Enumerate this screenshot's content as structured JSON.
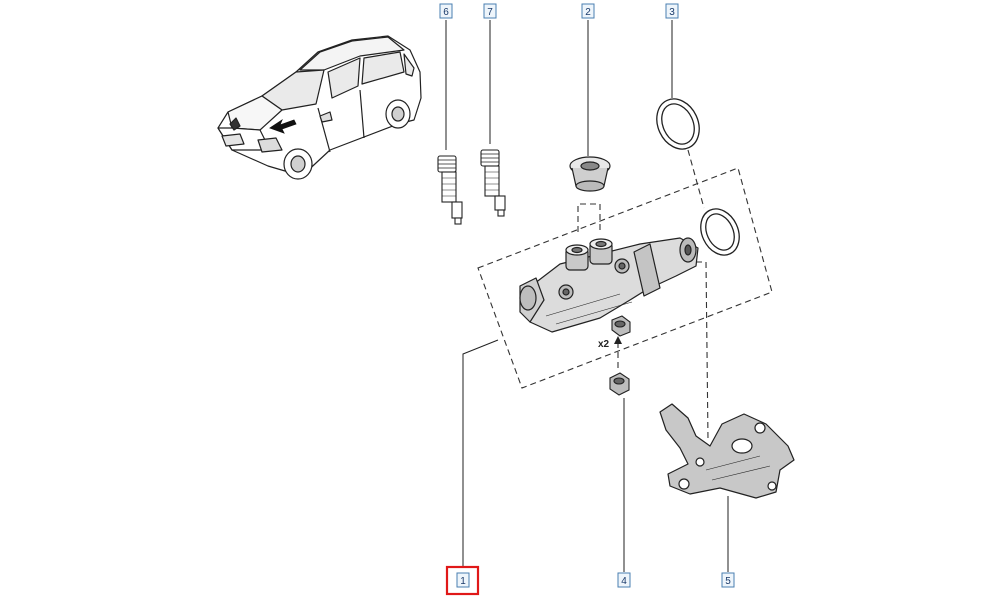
{
  "diagram": {
    "callouts": [
      {
        "label": "6",
        "part": "bleed-screw-short"
      },
      {
        "label": "7",
        "part": "bleed-screw-long"
      },
      {
        "label": "2",
        "part": "reservoir-grommet"
      },
      {
        "label": "3",
        "part": "seal-ring"
      },
      {
        "label": "1",
        "part": "master-cylinder",
        "highlighted": true
      },
      {
        "label": "4",
        "part": "nut"
      },
      {
        "label": "5",
        "part": "bracket"
      }
    ],
    "quantity_note": "x2",
    "colors": {
      "line": "#222222",
      "callout_border": "#4a7fb0",
      "callout_fill": "#eef5fb",
      "highlight": "#e01818"
    }
  }
}
